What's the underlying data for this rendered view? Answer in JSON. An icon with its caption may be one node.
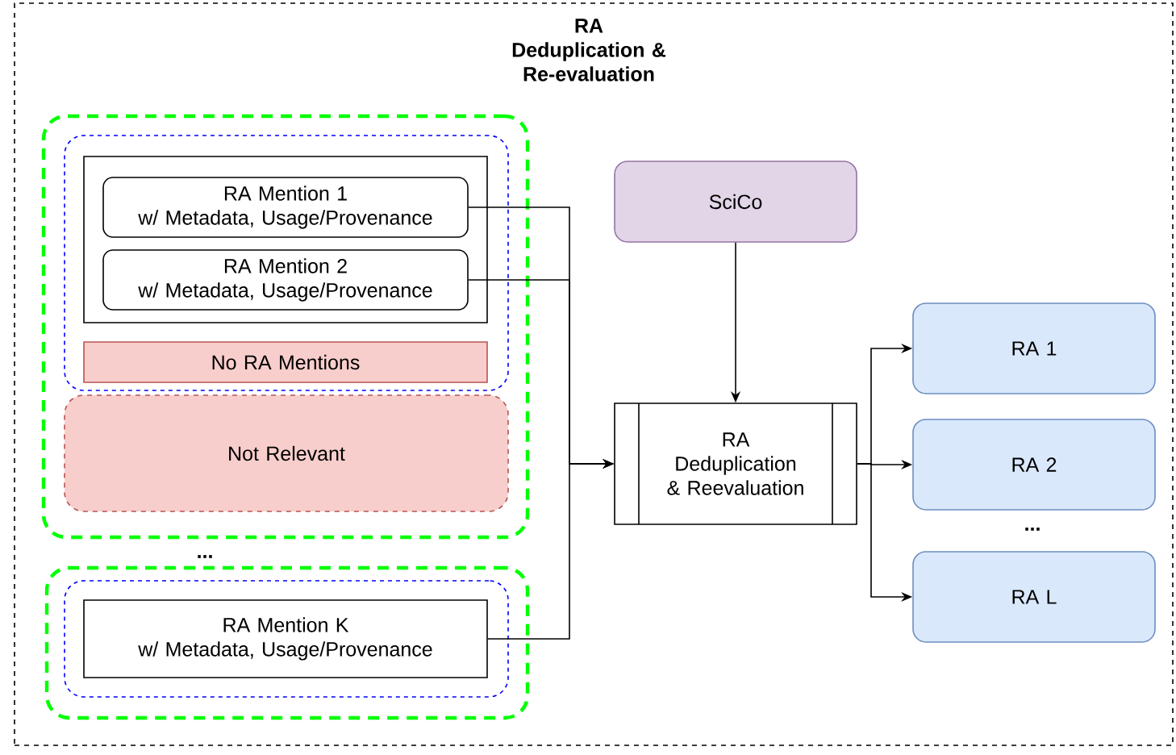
{
  "diagram": {
    "nodes": [
      {
        "text": [
          "RA Deduplication & Re-evaluation"
        ]
      },
      {
        "text": [],
        "shape": "box",
        "in": 0
      },
      {
        "text": [],
        "shape": "box",
        "in": 1
      },
      {
        "text": [],
        "shape": "box",
        "in": 2
      },
      {
        "text": [
          "RA Mention 1",
          "w/ Metadata, Usage/Provenance"
        ],
        "in": 3
      },
      {
        "text": [
          "RA Mention 2",
          "w/ Metadata, Usage/Provenance"
        ],
        "in": 3
      },
      {
        "text": [
          "No RA Mentions"
        ],
        "in": 2
      },
      {
        "text": [
          "Not Relevant"
        ],
        "in": 1
      },
      {
        "text": [],
        "shape": "box",
        "in": 0
      },
      {
        "text": [],
        "shape": "box",
        "in": 8
      },
      {
        "text": [
          "RA Mention K",
          "w/ Metadata, Usage/Provenance"
        ],
        "in": 9
      },
      {
        "text": [
          "SciCo"
        ],
        "in": 0
      },
      {
        "text": [
          "RA Deduplication & Reevaluation"
        ],
        "in": 0
      },
      {
        "text": [
          "RA 1"
        ],
        "in": 0
      },
      {
        "text": [
          "RA 2"
        ],
        "in": 0
      },
      {
        "text": [
          "RA L"
        ],
        "in": 0
      }
    ],
    "edges": [
      {
        "from": 4,
        "to": 12,
        "arrow": "to"
      },
      {
        "from": 5,
        "to": 12,
        "arrow": "to"
      },
      {
        "from": 10,
        "to": 12,
        "arrow": "to"
      },
      {
        "from": 11,
        "to": 12,
        "arrow": "to"
      },
      {
        "from": 12,
        "to": 13,
        "arrow": "to"
      },
      {
        "from": 12,
        "to": 14,
        "arrow": "to"
      },
      {
        "from": 12,
        "to": 15,
        "arrow": "to"
      }
    ],
    "labels": [
      "...",
      "..."
    ]
  }
}
